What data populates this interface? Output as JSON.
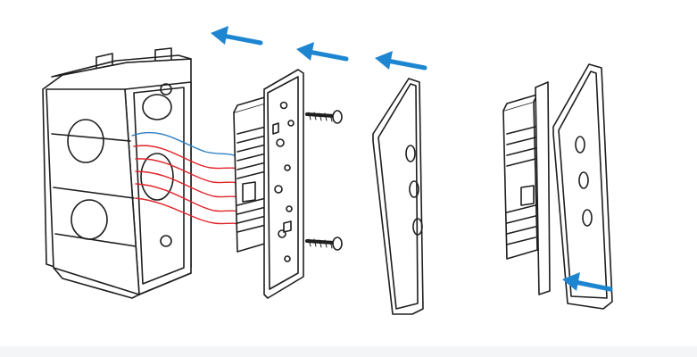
{
  "diagram": {
    "colors": {
      "line": "#1e1e1e",
      "arrow": "#1e86d1",
      "wire_live": "#e0242b",
      "wire_neutral": "#2f7fc1",
      "background": "#ffffff",
      "bottom_band": "#f3f5f7"
    },
    "parts": [
      "wall-back-box",
      "switch-mechanism",
      "mounting-screws",
      "glass-front-panel",
      "assembled-switch"
    ],
    "arrows": [
      {
        "name": "push-arrow-1",
        "direction": "left"
      },
      {
        "name": "push-arrow-2",
        "direction": "left"
      },
      {
        "name": "push-arrow-3",
        "direction": "left"
      },
      {
        "name": "press-arrow",
        "direction": "left"
      }
    ],
    "panel_buttons": 3
  }
}
